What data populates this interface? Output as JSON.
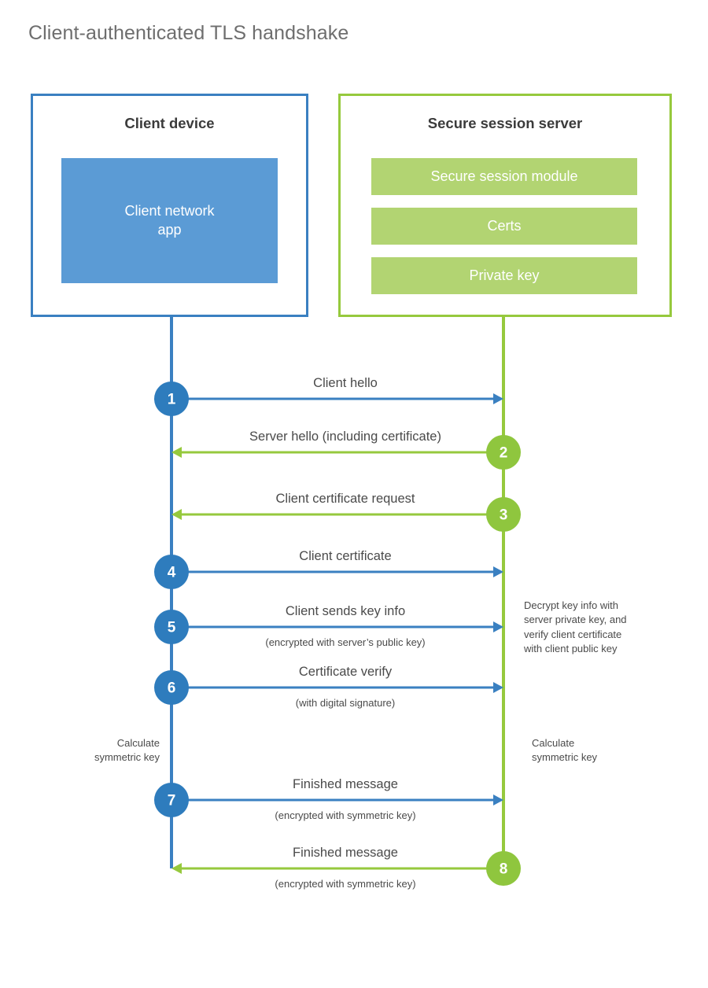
{
  "title": "Client-authenticated TLS handshake",
  "colors": {
    "client_border": "#3a80c1",
    "client_fill": "#5b9bd5",
    "client_circle": "#2e7cbd",
    "server_border": "#96c93d",
    "server_fill": "#b2d472",
    "server_circle": "#8fc63e",
    "title_text": "#6e6e6e",
    "body_text": "#4a4a4a",
    "heading_text": "#3b3b3b",
    "background": "#ffffff"
  },
  "actors": {
    "client": {
      "title": "Client device",
      "app_label": "Client network\napp"
    },
    "server": {
      "title": "Secure session server",
      "modules": [
        "Secure session module",
        "Certs",
        "Private key"
      ]
    }
  },
  "steps": [
    {
      "number": "1",
      "label": "Client hello",
      "sublabel": "",
      "direction": "client-to-server",
      "origin": "client"
    },
    {
      "number": "2",
      "label": "Server hello (including certificate)",
      "sublabel": "",
      "direction": "server-to-client",
      "origin": "server"
    },
    {
      "number": "3",
      "label": "Client certificate request",
      "sublabel": "",
      "direction": "server-to-client",
      "origin": "server"
    },
    {
      "number": "4",
      "label": "Client certificate",
      "sublabel": "",
      "direction": "client-to-server",
      "origin": "client"
    },
    {
      "number": "5",
      "label": "Client sends key info",
      "sublabel": "(encrypted with server’s public key)",
      "direction": "client-to-server",
      "origin": "client"
    },
    {
      "number": "6",
      "label": "Certificate verify",
      "sublabel": "(with digital signature)",
      "direction": "client-to-server",
      "origin": "client"
    },
    {
      "number": "7",
      "label": "Finished message",
      "sublabel": "(encrypted with symmetric key)",
      "direction": "client-to-server",
      "origin": "client"
    },
    {
      "number": "8",
      "label": "Finished message",
      "sublabel": "(encrypted with symmetric key)",
      "direction": "server-to-client",
      "origin": "server"
    }
  ],
  "notes": {
    "server_decrypt": "Decrypt key info with\nserver private key, and\nverify client certificate\nwith client public key",
    "client_calculate": "Calculate\nsymmetric key",
    "server_calculate": "Calculate\nsymmetric key"
  }
}
